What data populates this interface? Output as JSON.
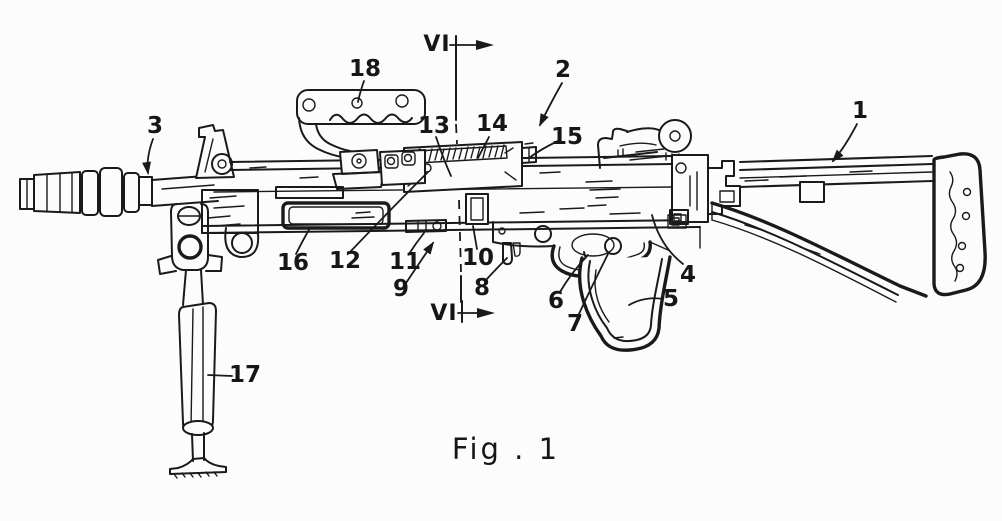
{
  "figure": {
    "caption": "Fig . 1",
    "section_marker_top": "VI",
    "section_marker_bottom": "VI",
    "labels": [
      {
        "ref": "1"
      },
      {
        "ref": "2"
      },
      {
        "ref": "3"
      },
      {
        "ref": "4"
      },
      {
        "ref": "5"
      },
      {
        "ref": "6"
      },
      {
        "ref": "7"
      },
      {
        "ref": "8"
      },
      {
        "ref": "9"
      },
      {
        "ref": "10"
      },
      {
        "ref": "11"
      },
      {
        "ref": "12"
      },
      {
        "ref": "13"
      },
      {
        "ref": "14"
      },
      {
        "ref": "15"
      },
      {
        "ref": "16"
      },
      {
        "ref": "17"
      },
      {
        "ref": "18"
      }
    ]
  },
  "colors": {
    "ink": "#1a1a1a",
    "paper": "#fcfcfc"
  }
}
